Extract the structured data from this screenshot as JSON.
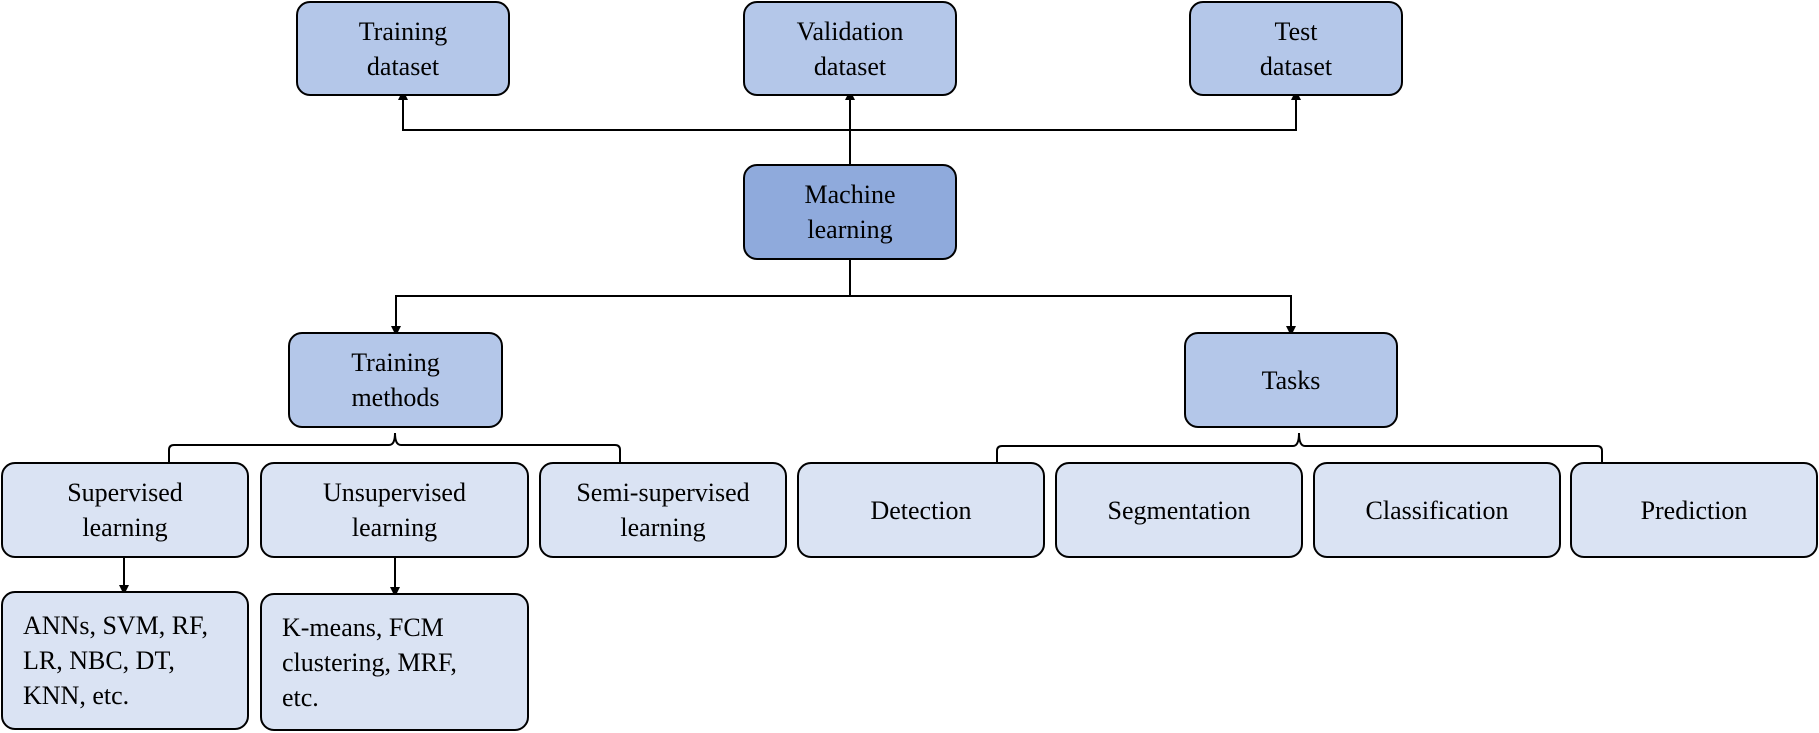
{
  "diagram": {
    "datasets": {
      "training": "Training\ndataset",
      "validation": "Validation\ndataset",
      "test": "Test\ndataset"
    },
    "root": "Machine\nlearning",
    "training_methods": {
      "label": "Training\nmethods",
      "supervised": "Supervised\nlearning",
      "unsupervised": "Unsupervised\nlearning",
      "semi_supervised": "Semi-supervised\nlearning",
      "supervised_examples": "ANNs, SVM, RF,\nLR, NBC, DT,\nKNN, etc.",
      "unsupervised_examples": "K-means, FCM\nclustering, MRF,\netc."
    },
    "tasks": {
      "label": "Tasks",
      "detection": "Detection",
      "segmentation": "Segmentation",
      "classification": "Classification",
      "prediction": "Prediction"
    },
    "colors": {
      "root_fill": "#8faadc",
      "level1_fill": "#b4c7e9",
      "level2_fill": "#dae3f3",
      "stroke": "#000000"
    }
  }
}
